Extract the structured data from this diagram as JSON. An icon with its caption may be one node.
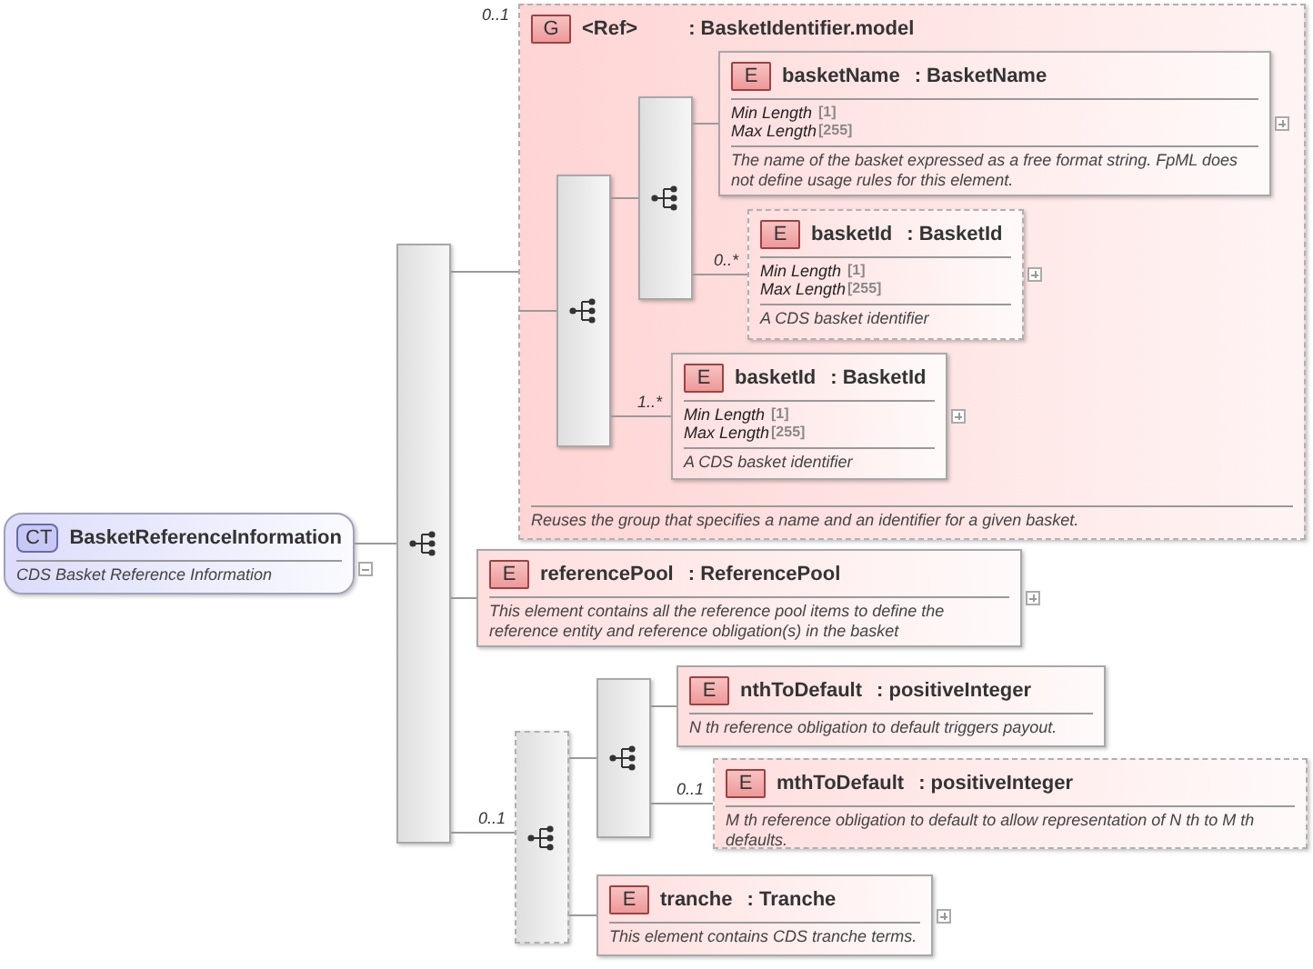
{
  "diagram": {
    "nodes": [
      {
        "text": [
          "CT",
          "BasketReferenceInformation",
          "CDS Basket Reference Information"
        ]
      },
      {
        "text": [],
        "shape": "box"
      },
      {
        "text": [
          "G",
          "<Ref>",
          ": BasketIdentifier.model",
          "Reuses the group that specifies a name and an identifier for a given basket."
        ],
        "beside": [
          "0..1"
        ]
      },
      {
        "text": [],
        "shape": "box",
        "in": 2
      },
      {
        "text": [],
        "shape": "box",
        "in": 2
      },
      {
        "text": [
          "E",
          "basketName",
          ": BasketName",
          "Min Length",
          "[1]",
          "Max Length",
          "[255]",
          "The name of the basket expressed as a free format string. FpML does not define usage rules for this element."
        ],
        "in": 2
      },
      {
        "text": [
          "E",
          "basketId",
          ": BasketId",
          "Min Length",
          "[1]",
          "Max Length",
          "[255]",
          "A CDS basket identifier"
        ],
        "in": 2
      },
      {
        "text": [
          "E",
          "basketId",
          ": BasketId",
          "Min Length",
          "[1]",
          "Max Length",
          "[255]",
          "A CDS basket identifier"
        ],
        "in": 2
      },
      {
        "text": [
          "E",
          "referencePool",
          ": ReferencePool",
          "This element contains all the reference pool items to define the reference entity and reference obligation(s) in the basket"
        ]
      },
      {
        "text": [],
        "shape": "box"
      },
      {
        "text": [],
        "shape": "box"
      },
      {
        "text": [
          "E",
          "nthToDefault",
          ": positiveInteger",
          "N th reference obligation to default triggers payout."
        ]
      },
      {
        "text": [
          "E",
          "mthToDefault",
          ": positiveInteger",
          "M th reference obligation to default to allow representation of N th to M th defaults."
        ]
      },
      {
        "text": [
          "E",
          "tranche",
          ": Tranche",
          "This element contains CDS tranche terms."
        ]
      }
    ],
    "edges": [
      {
        "from": 0,
        "to": 1,
        "arrow": "none"
      },
      {
        "from": 1,
        "to": 2,
        "arrow": "none"
      },
      {
        "from": 2,
        "to": 3,
        "arrow": "none"
      },
      {
        "from": 3,
        "to": 4,
        "arrow": "none"
      },
      {
        "from": 4,
        "to": 5,
        "arrow": "none"
      },
      {
        "from": 4,
        "to": 6,
        "arrow": "none",
        "label": "0..*"
      },
      {
        "from": 3,
        "to": 7,
        "arrow": "none",
        "label": "1..*"
      },
      {
        "from": 1,
        "to": 8,
        "arrow": "none"
      },
      {
        "from": 1,
        "to": 9,
        "arrow": "none",
        "label": "0..1"
      },
      {
        "from": 9,
        "to": 10,
        "arrow": "none"
      },
      {
        "from": 10,
        "to": 11,
        "arrow": "none"
      },
      {
        "from": 10,
        "to": 12,
        "arrow": "none",
        "label": "0..1"
      },
      {
        "from": 9,
        "to": 13,
        "arrow": "none"
      }
    ]
  }
}
